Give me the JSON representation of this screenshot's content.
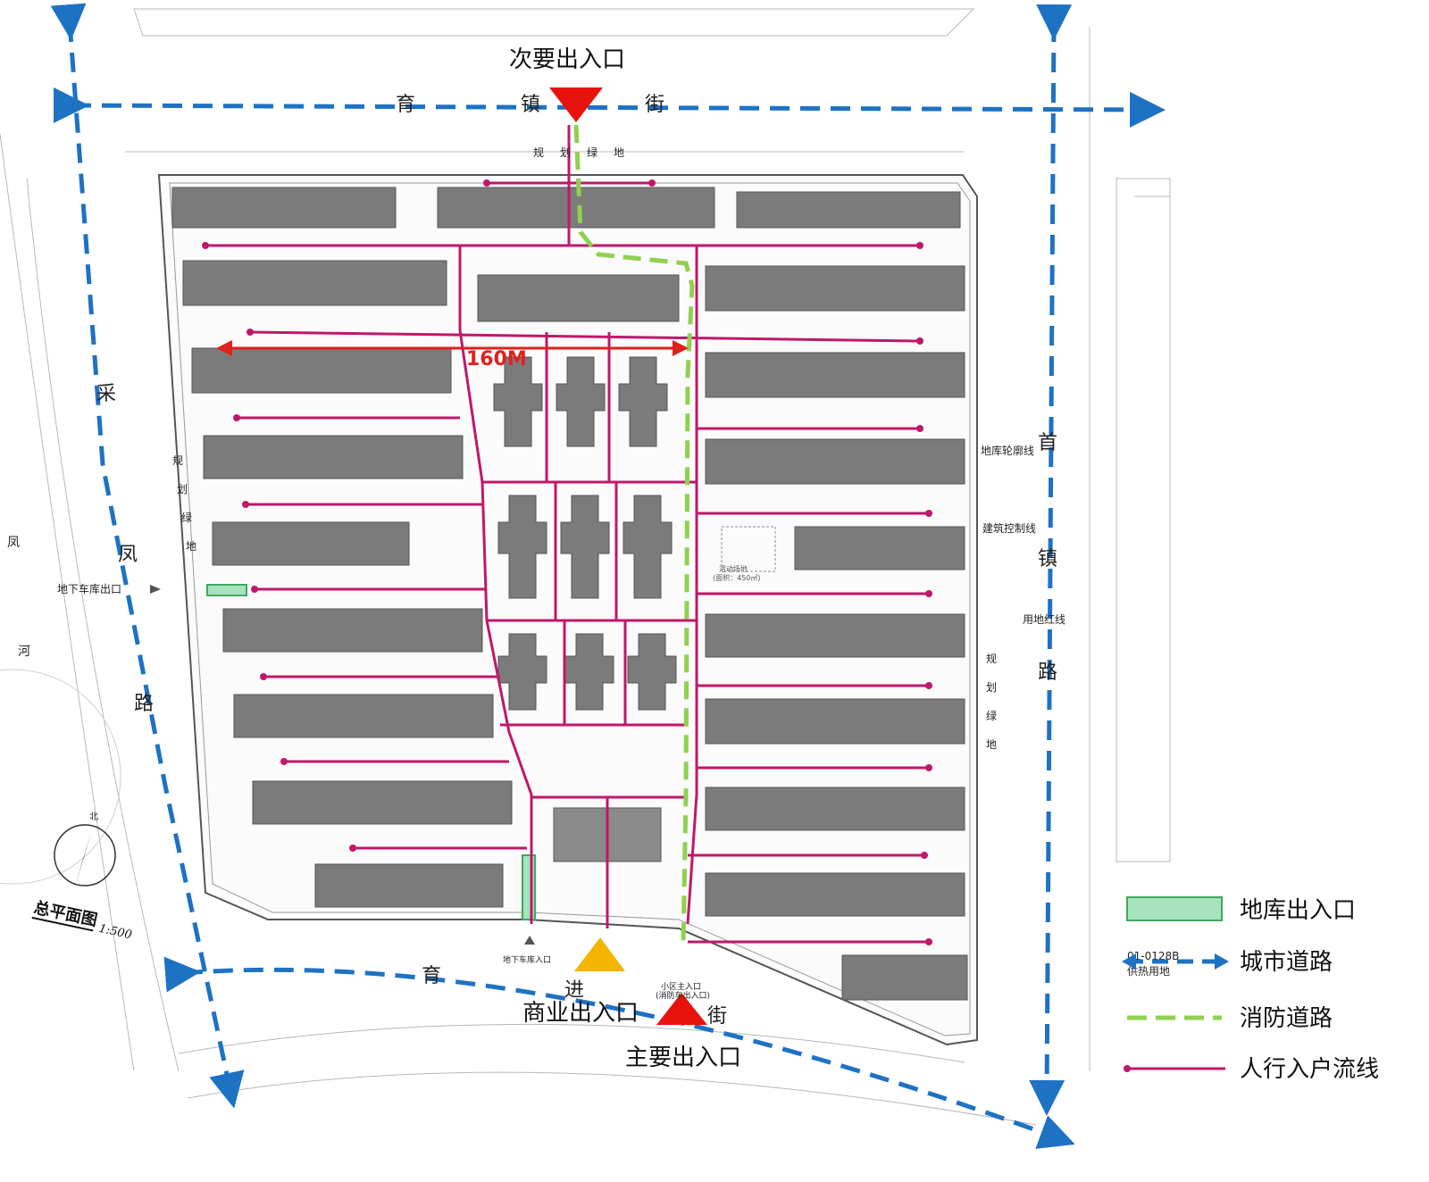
{
  "labels": {
    "secondary_entrance": "次要出入口",
    "main_entrance": "主要出入口",
    "commercial_entrance": "商业出入口",
    "underground_garage_exit_west": "地下车库出口",
    "underground_garage_entrance_south": "地下车库入口",
    "community_main_entrance": "小区主入口",
    "fire_entrance": "(消防车出入口)",
    "distance": "160M",
    "basement_outline": "地库轮廓线",
    "building_control_line": "建筑控制线",
    "land_red_line": "用地红线",
    "activity_area": "活动场地",
    "activity_area_size": "(面积：450㎡)",
    "heating_land": "01-0128B",
    "heating_land_2": "供热用地",
    "plan_title": "总平面图",
    "plan_scale": "1:500",
    "north": "北"
  },
  "roads": {
    "north": [
      "育",
      "镇",
      "街"
    ],
    "west": [
      "采",
      "凤",
      "路"
    ],
    "east": [
      "首",
      "镇",
      "路"
    ],
    "south": [
      "育",
      "进",
      "街"
    ],
    "river": [
      "凤",
      "河"
    ],
    "green_north": [
      "规",
      "划",
      "绿",
      "地"
    ],
    "green_west": [
      "规",
      "划",
      "绿",
      "地"
    ],
    "green_east": [
      "规",
      "划",
      "绿",
      "地"
    ]
  },
  "legend": {
    "items": [
      {
        "label": "地库出入口",
        "kind": "garage",
        "color": "#a7e3bc"
      },
      {
        "label": "城市道路",
        "kind": "city-road",
        "color": "#1e72c4"
      },
      {
        "label": "消防道路",
        "kind": "fire-road",
        "color": "#8fd14f"
      },
      {
        "label": "人行入户流线",
        "kind": "pedestrian",
        "color": "#c0176b"
      }
    ]
  },
  "colors": {
    "city_road": "#1e72c4",
    "fire_road": "#8fd14f",
    "pedestrian": "#c0176b",
    "building": "#7b7b7b",
    "entrance_main": "#e8120c",
    "entrance_commercial": "#f4b400",
    "garage": "#a7e3bc"
  }
}
